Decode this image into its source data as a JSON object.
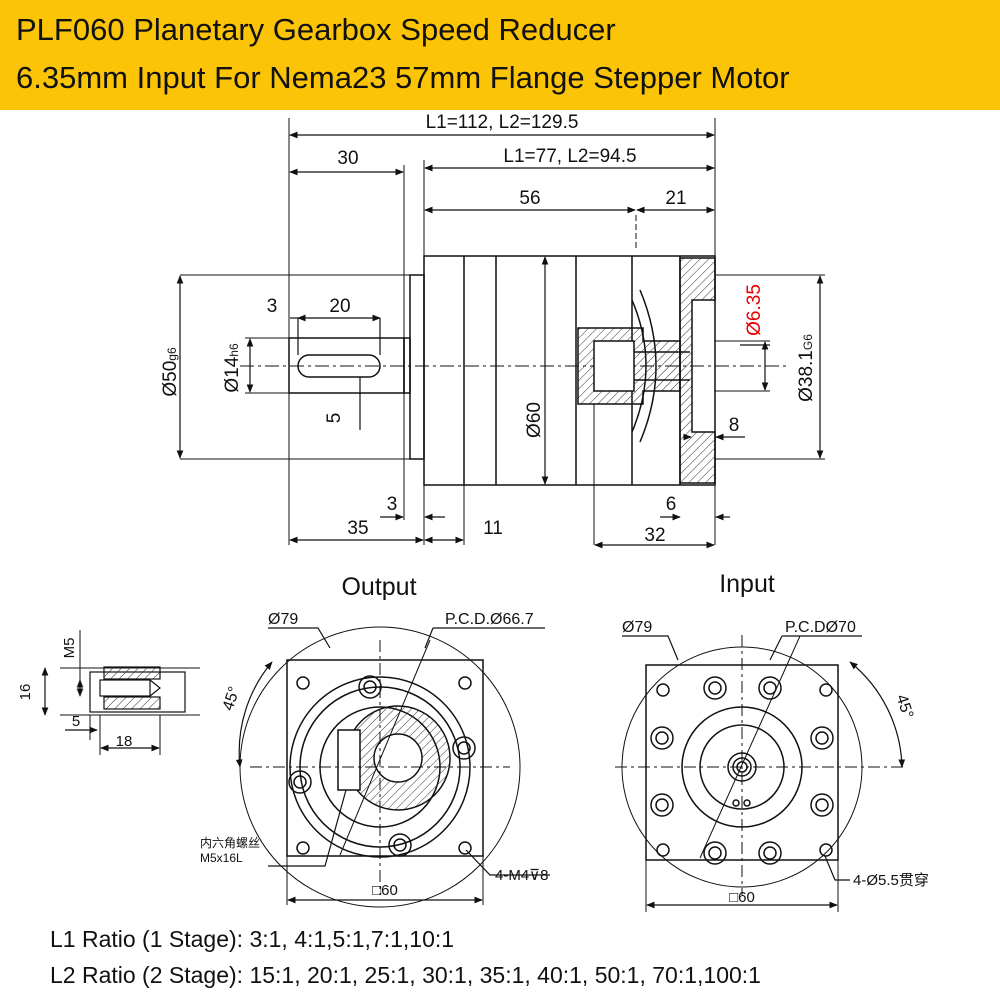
{
  "banner": {
    "line1": "PLF060 Planetary Gearbox Speed Reducer",
    "line2": "6.35mm Input  For Nema23 57mm Flange Stepper Motor",
    "color": "#FCC406"
  },
  "side_view": {
    "overall_length": "L1=112, L2=129.5",
    "body_length": "L1=77, L2=94.5",
    "shaft_len_30": "30",
    "dim_56": "56",
    "dim_21": "21",
    "dim_3_top": "3",
    "dim_20": "20",
    "dia_50": "Ø50",
    "dia_50_tol": "g6",
    "dia_14": "Ø14",
    "dia_14_tol": "h6",
    "key_5": "5",
    "dia_60": "Ø60",
    "input_dia": "Ø6.35",
    "input_dia_color": "#E60000",
    "dia_38": "Ø38.1",
    "dia_38_tol": "G6",
    "dim_8": "8",
    "dim_3_bottom": "3",
    "dim_35": "35",
    "dim_11": "11",
    "dim_6": "6",
    "dim_32": "32"
  },
  "screw_detail": {
    "thread": "M5",
    "height": "16",
    "dim_5": "5",
    "dim_18": "18"
  },
  "output_view": {
    "title": "Output",
    "outer_dia": "Ø79",
    "pcd": "P.C.D.Ø66.7",
    "angle": "45°",
    "screw_note_cn": "内六角螺丝",
    "screw_note": "M5x16L",
    "holes": "4-M4⊽8",
    "square": "□60"
  },
  "input_view": {
    "title": "Input",
    "outer_dia": "Ø79",
    "pcd": "P.C.DØ70",
    "angle": "45°",
    "holes": "4-Ø5.5贯穿",
    "square": "□60"
  },
  "ratios": {
    "l1": "L1 Ratio (1 Stage): 3:1, 4:1,5:1,7:1,10:1",
    "l2": "L2 Ratio (2 Stage): 15:1, 20:1, 25:1, 30:1, 35:1, 40:1, 50:1, 70:1,100:1"
  }
}
